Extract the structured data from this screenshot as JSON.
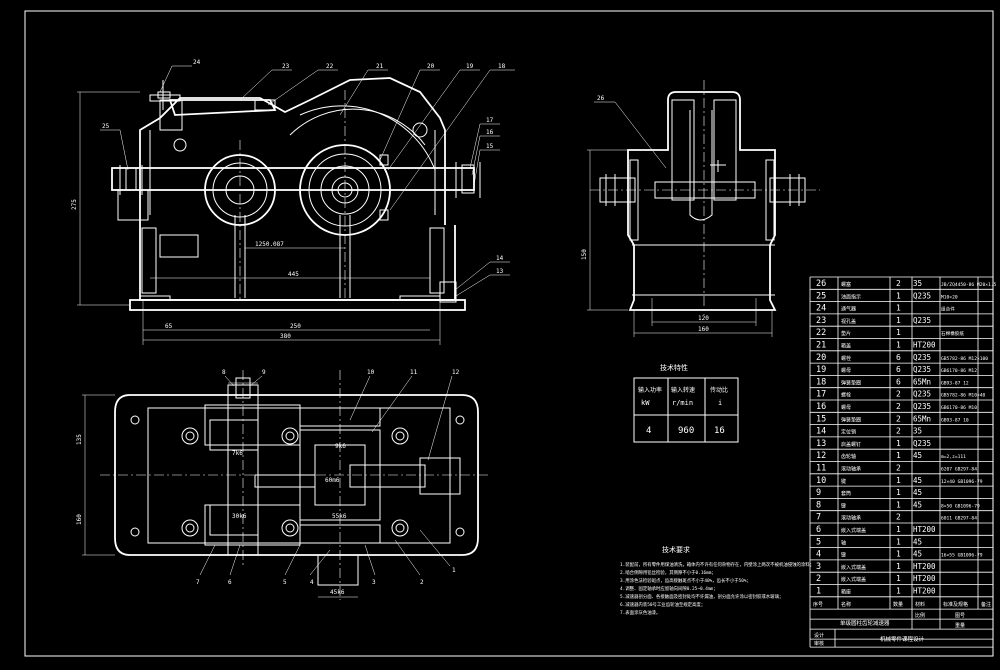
{
  "drawing": {
    "balloons_top": [
      "24",
      "23",
      "22",
      "21",
      "20",
      "19",
      "18",
      "17",
      "16",
      "15",
      "14",
      "13",
      "25"
    ],
    "balloons_side": [
      "26"
    ],
    "balloons_plan": [
      "8",
      "9",
      "10",
      "11",
      "12",
      "7",
      "6",
      "5",
      "4",
      "3",
      "2",
      "1"
    ],
    "dims_top": {
      "height": "275",
      "d1": "1250.087",
      "d2": "445",
      "d3": "65",
      "d4": "250",
      "d5": "380"
    },
    "dims_side": {
      "height": "150",
      "w1": "120",
      "w2": "160"
    },
    "dims_plan": {
      "h1": "135",
      "h2": "160",
      "f1": "7k6",
      "f2": "9k6",
      "f3": "60m6",
      "f4": "30k6",
      "f5": "55k6",
      "f6": "45k6"
    }
  },
  "specs": {
    "title": "技术特性",
    "headers": [
      "输入功率",
      "输入转速",
      "传动比"
    ],
    "units": [
      "kW",
      "r/min",
      "i"
    ],
    "values": [
      "4",
      "960",
      "16"
    ]
  },
  "requirements": {
    "title": "技术要求",
    "lines": [
      "1.装配前，所有零件用煤油清洗，箱体内不许有任何杂物存在，内壁涂上两次不被机油侵蚀的涂料；",
      "2.啮合侧隙用铅丝检验，其侧隙不小于0.16mm；",
      "3.用涂色法检验斑点，齿高接触斑点不小于40%，齿长不小于50%；",
      "4.调整、固定轴承时应留轴向间隙0.25~0.4mm；",
      "5.减速器剖分面、各接触面及密封处均不许漏油，剖分面允许涂以密封胶或水玻璃；",
      "6.减速器内装50号工业齿轮油至规定高度；",
      "7.表面涂灰色油漆。"
    ]
  },
  "bom": {
    "rows": [
      [
        "26",
        "螺塞",
        "2",
        "35",
        "JB/ZQ4450-86 M20×1.5"
      ],
      [
        "25",
        "油面指示",
        "1",
        "Q235",
        "M10×20"
      ],
      [
        "24",
        "通气器",
        "1",
        "",
        "组合件"
      ],
      [
        "23",
        "视孔盖",
        "1",
        "Q235",
        ""
      ],
      [
        "22",
        "垫片",
        "1",
        "",
        "石棉橡胶纸"
      ],
      [
        "21",
        "箱盖",
        "1",
        "HT200",
        ""
      ],
      [
        "20",
        "螺栓",
        "6",
        "Q235",
        "GB5782-86 M12×100"
      ],
      [
        "19",
        "螺母",
        "6",
        "Q235",
        "GB6170-86 M12"
      ],
      [
        "18",
        "弹簧垫圈",
        "6",
        "65Mn",
        "GB93-87 12"
      ],
      [
        "17",
        "螺栓",
        "2",
        "Q235",
        "GB5782-86 M10×40"
      ],
      [
        "16",
        "螺母",
        "2",
        "Q235",
        "GB6170-86 M10"
      ],
      [
        "15",
        "弹簧垫圈",
        "2",
        "65Mn",
        "GB93-87 10"
      ],
      [
        "14",
        "定位销",
        "2",
        "35",
        ""
      ],
      [
        "13",
        "启盖螺钉",
        "1",
        "Q235",
        ""
      ],
      [
        "12",
        "齿轮轴",
        "1",
        "45",
        "m=2,z=111"
      ],
      [
        "11",
        "滚动轴承",
        "2",
        "",
        "6207 GB297-84"
      ],
      [
        "10",
        "键",
        "1",
        "45",
        "12×40 GB1096-79"
      ],
      [
        "9",
        "套筒",
        "1",
        "45",
        ""
      ],
      [
        "8",
        "键",
        "1",
        "45",
        "8×50 GB1096-79"
      ],
      [
        "7",
        "滚动轴承",
        "2",
        "",
        "6011 GB297-84"
      ],
      [
        "6",
        "嵌入式端盖",
        "1",
        "HT200",
        ""
      ],
      [
        "5",
        "轴",
        "1",
        "45",
        ""
      ],
      [
        "4",
        "键",
        "1",
        "45",
        "16×55 GB1096-79"
      ],
      [
        "3",
        "嵌入式端盖",
        "1",
        "HT200",
        ""
      ],
      [
        "2",
        "嵌入式端盖",
        "1",
        "HT200",
        ""
      ],
      [
        "1",
        "箱座",
        "1",
        "HT200",
        ""
      ]
    ],
    "header": [
      "序号",
      "名称",
      "数量",
      "材料",
      "标准及规格",
      "备注"
    ],
    "title_block": {
      "r1": [
        "比例",
        "数量",
        "图号"
      ],
      "r1b": [
        "",
        "",
        "重量"
      ],
      "name": "单级圆柱齿轮减速器",
      "design": "设计",
      "check": "审核",
      "school": "机械零件课程设计"
    }
  }
}
